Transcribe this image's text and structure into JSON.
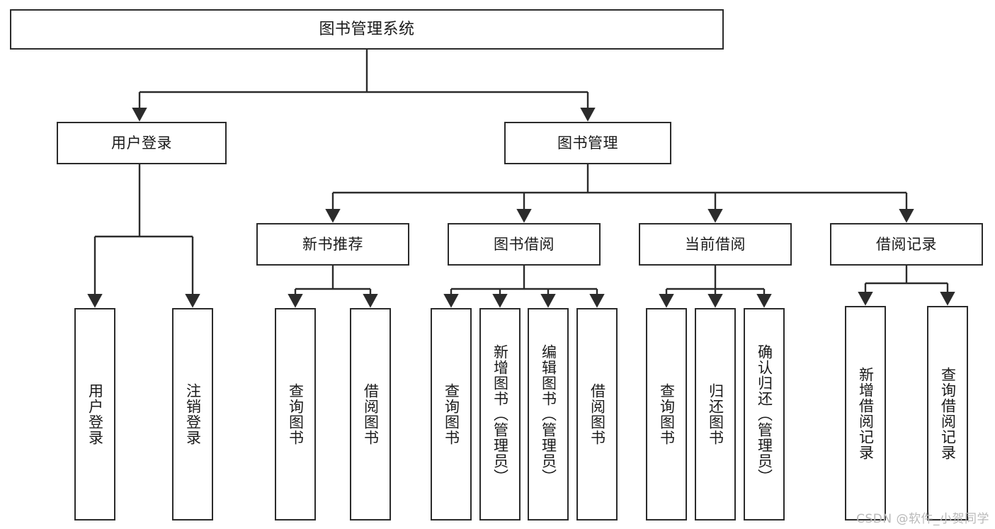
{
  "diagram": {
    "title": "图书管理系统",
    "type": "tree-hierarchy-chart",
    "root": {
      "id": "root",
      "label": "图书管理系统"
    },
    "level1": [
      {
        "id": "user-login",
        "label": "用户登录"
      },
      {
        "id": "book-manage",
        "label": "图书管理"
      }
    ],
    "level2": [
      {
        "id": "new-book-recommend",
        "label": "新书推荐",
        "parent": "book-manage"
      },
      {
        "id": "book-borrow",
        "label": "图书借阅",
        "parent": "book-manage"
      },
      {
        "id": "current-borrow",
        "label": "当前借阅",
        "parent": "book-manage"
      },
      {
        "id": "borrow-record",
        "label": "借阅记录",
        "parent": "book-manage"
      }
    ],
    "leaves": [
      {
        "id": "leaf-user-login",
        "label": "用户登录",
        "parent": "user-login"
      },
      {
        "id": "leaf-logout-login",
        "label": "注销登录",
        "parent": "user-login"
      },
      {
        "id": "leaf-query-book-1",
        "label": "查询图书",
        "parent": "new-book-recommend"
      },
      {
        "id": "leaf-borrow-book-1",
        "label": "借阅图书",
        "parent": "new-book-recommend"
      },
      {
        "id": "leaf-query-book-2",
        "label": "查询图书",
        "parent": "book-borrow"
      },
      {
        "id": "leaf-add-book",
        "label": "新增图书（管理员）",
        "parent": "book-borrow"
      },
      {
        "id": "leaf-edit-book",
        "label": "编辑图书（管理员）",
        "parent": "book-borrow"
      },
      {
        "id": "leaf-borrow-book-2",
        "label": "借阅图书",
        "parent": "book-borrow"
      },
      {
        "id": "leaf-query-book-3",
        "label": "查询图书",
        "parent": "current-borrow"
      },
      {
        "id": "leaf-return-book",
        "label": "归还图书",
        "parent": "current-borrow"
      },
      {
        "id": "leaf-confirm-return",
        "label": "确认归还（管理员）",
        "parent": "current-borrow"
      },
      {
        "id": "leaf-add-record",
        "label": "新增借阅记录",
        "parent": "borrow-record"
      },
      {
        "id": "leaf-query-record",
        "label": "查询借阅记录",
        "parent": "borrow-record"
      }
    ],
    "colors": {
      "stroke": "#2b2b2b",
      "fill": "#ffffff",
      "text": "#1a1a1a",
      "watermark": "#b9b9b9"
    }
  },
  "watermark": {
    "text": "CSDN @软件_小贺同学"
  }
}
